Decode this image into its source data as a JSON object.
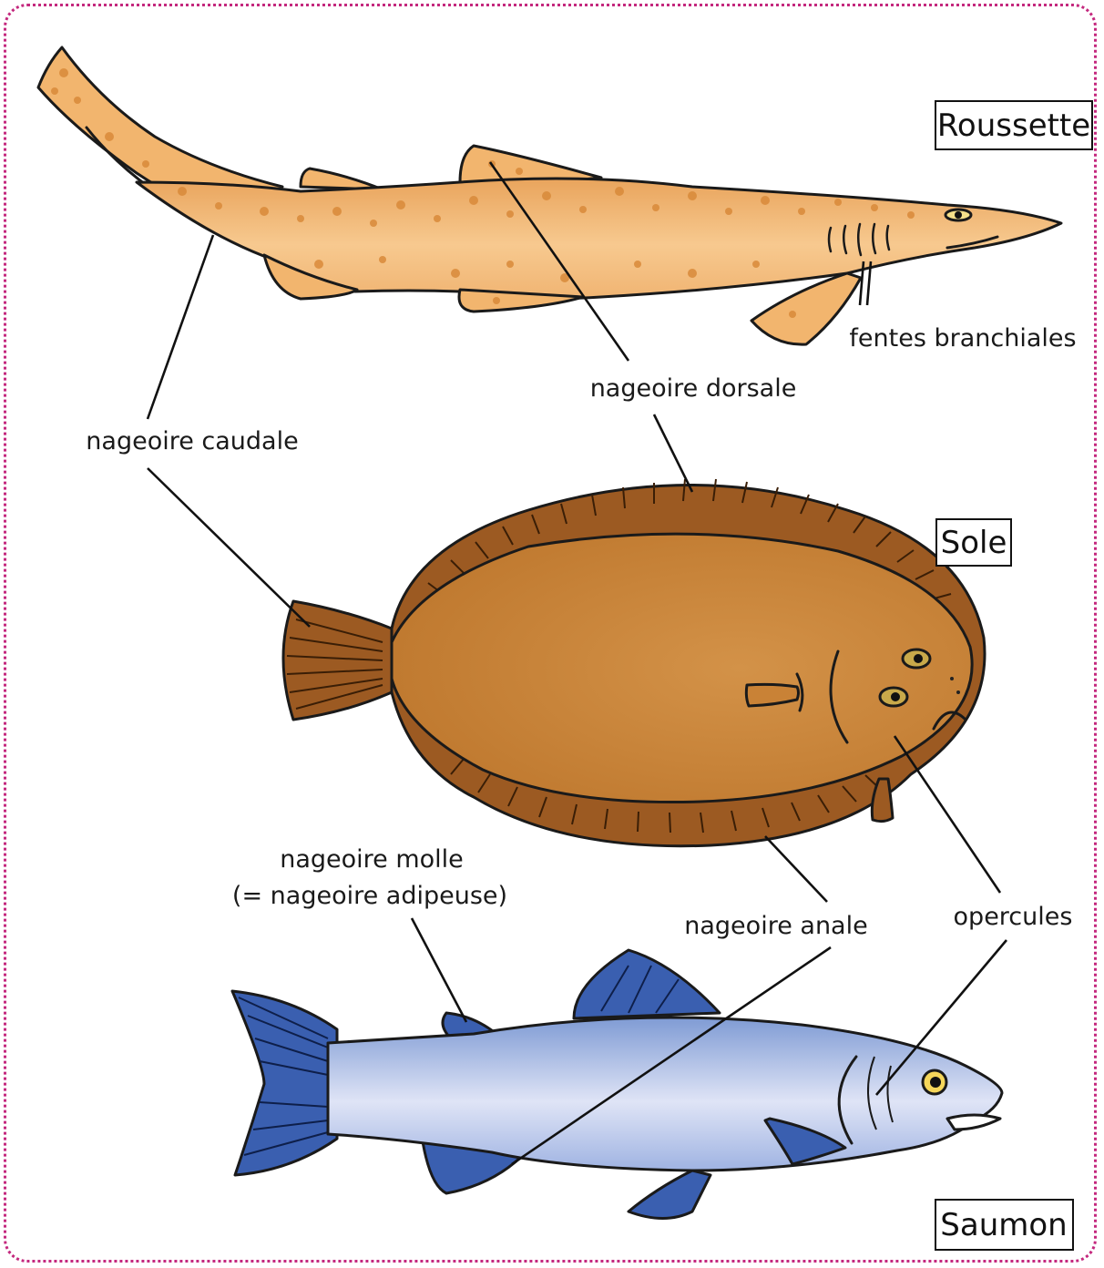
{
  "species": {
    "roussette": "Roussette",
    "sole": "Sole",
    "saumon": "Saumon"
  },
  "labels": {
    "fentes_branchiales": "fentes branchiales",
    "nageoire_dorsale": "nageoire dorsale",
    "nageoire_caudale": "nageoire caudale",
    "nageoire_molle_line1": "nageoire molle",
    "nageoire_molle_line2": "(= nageoire adipeuse)",
    "nageoire_anale": "nageoire anale",
    "opercules": "opercules"
  },
  "colors": {
    "frame": "#c4287e",
    "shark_body": "#f2b56e",
    "shark_spots": "#d98a3a",
    "sole_body": "#c98236",
    "sole_fin": "#9c5a22",
    "salmon_body": "#aabfe6",
    "salmon_fin": "#3a5fb0"
  }
}
